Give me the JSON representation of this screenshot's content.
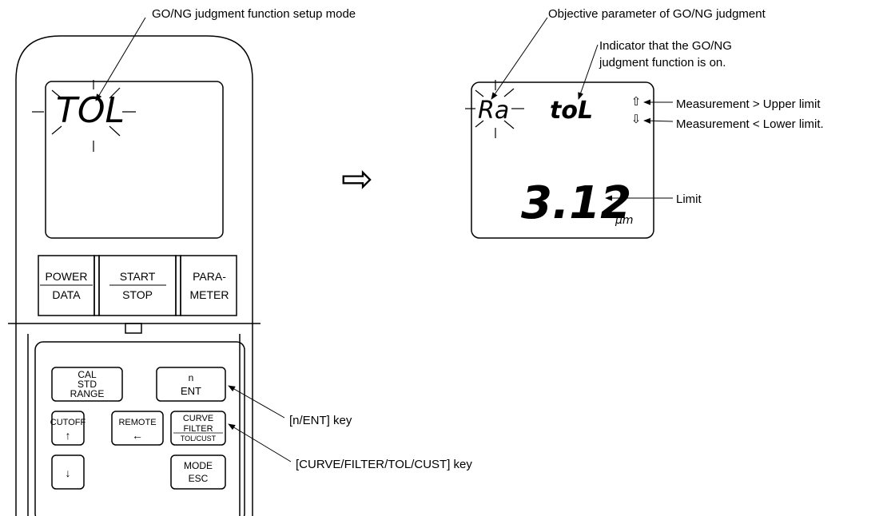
{
  "callouts": {
    "setup_mode": "GO/NG judgment function setup mode",
    "objective_param": "Objective parameter of GO/NG judgment",
    "indicator_line1": "Indicator that the GO/NG",
    "indicator_line2": "judgment function is on.",
    "upper": "Measurement > Upper limit",
    "lower": "Measurement < Lower limit.",
    "limit": "Limit",
    "n_ent_key": "[n/ENT] key",
    "curve_key": "[CURVE/FILTER/TOL/CUST] key"
  },
  "device_lcd": {
    "text": "TOL"
  },
  "result_lcd": {
    "param": "Ra",
    "tol": "toL",
    "value": "3.12",
    "unit": "μm",
    "up_arrow": "⇧",
    "down_arrow": "⇩"
  },
  "top_keys": {
    "power": "POWER",
    "data": "DATA",
    "start": "START",
    "stop": "STOP",
    "para": "PARA-",
    "meter": "METER"
  },
  "keypad": {
    "cal": "CAL",
    "std": "STD",
    "range": "RANGE",
    "n": "n",
    "ent": "ENT",
    "cutoff": "CUTOFF",
    "up": "↑",
    "remote": "REMOTE",
    "left": "←",
    "curve": "CURVE",
    "filter": "FILTER",
    "tolcust": "TOL/CUST",
    "down": "↓",
    "mode": "MODE",
    "esc": "ESC"
  },
  "transition_arrow": "⇨"
}
